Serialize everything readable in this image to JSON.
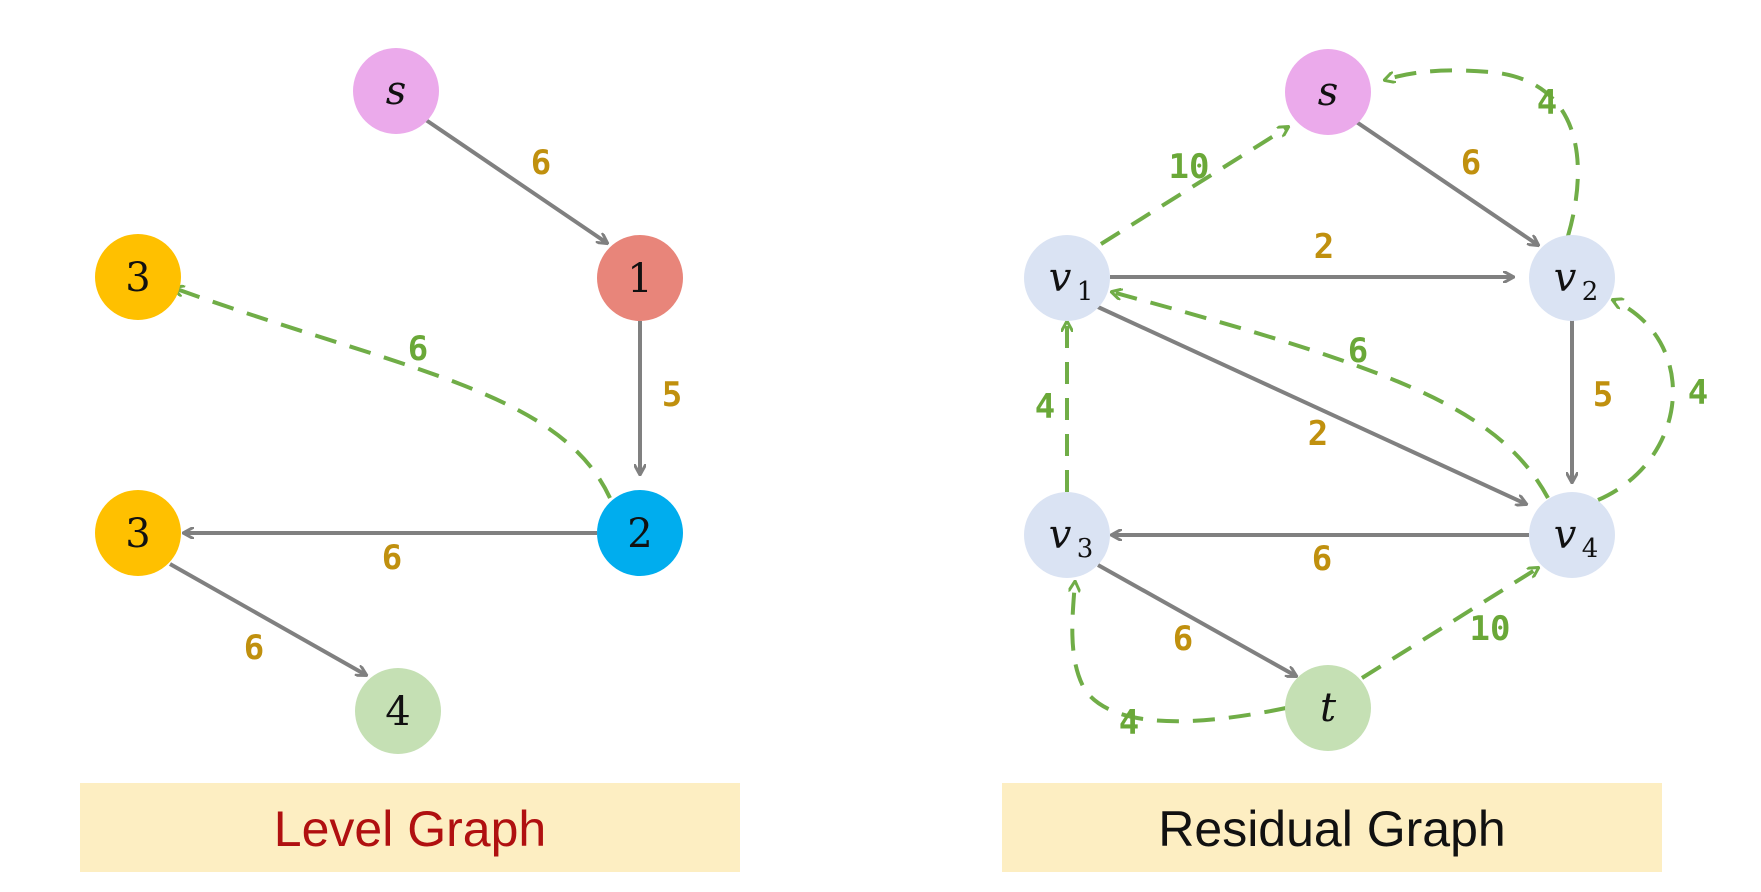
{
  "level_graph": {
    "caption": "Level Graph",
    "caption_color": "#b01010",
    "nodes": {
      "s": "s",
      "n1": "1",
      "n2": "2",
      "n3a": "3",
      "n3b": "3",
      "n4": "4"
    },
    "edges": {
      "s_to_1": "6",
      "one_to_2": "5",
      "two_to_3b": "6",
      "three_b_to_4": "6",
      "two_to_3a_residual": "6"
    }
  },
  "residual_graph": {
    "caption": "Residual Graph",
    "caption_color": "#111111",
    "nodes": {
      "s": "s",
      "t": "t",
      "v1": {
        "base": "v",
        "sub": "1"
      },
      "v2": {
        "base": "v",
        "sub": "2"
      },
      "v3": {
        "base": "v",
        "sub": "3"
      },
      "v4": {
        "base": "v",
        "sub": "4"
      }
    },
    "edges": {
      "s_to_v2": "6",
      "v1_to_v2": "2",
      "v1_to_v4": "2",
      "v2_to_v4": "5",
      "v4_to_v3": "6",
      "v3_to_t": "6",
      "v1_to_s": "10",
      "v2_to_s": "4",
      "v4_to_v2": "4",
      "v4_to_v1": "6",
      "v3_to_v1": "4",
      "t_to_v3": "4",
      "t_to_v4": "10"
    }
  },
  "colors": {
    "s_node": "#ebaaeb",
    "node1": "#e8857a",
    "node2": "#00adee",
    "node3": "#ffc000",
    "node4": "#c5e0b4",
    "v_nodes": "#dae3f3",
    "t_node": "#c5e0b4",
    "edge": "#808080",
    "residual_edge": "#70ad47",
    "weight": "#c0900e"
  }
}
